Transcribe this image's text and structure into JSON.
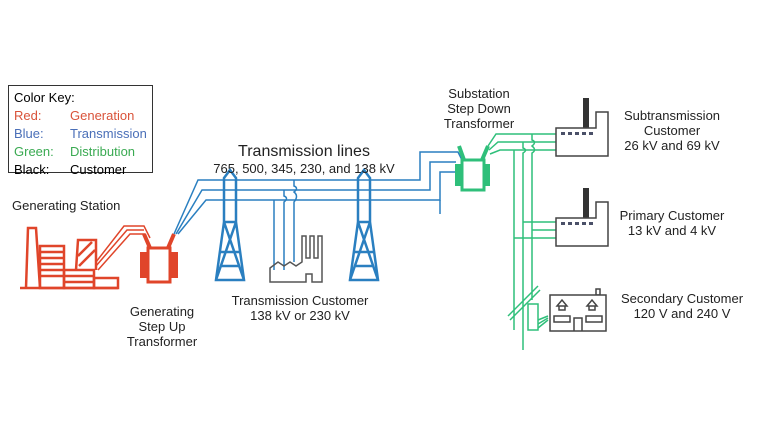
{
  "colors": {
    "generation": "#e0452a",
    "transmission": "#2a7fc0",
    "distribution": "#2fbf7a",
    "customer": "#333333"
  },
  "color_key": {
    "title": "Color Key:",
    "rows": [
      {
        "key": "Red:",
        "value": "Generation",
        "color": "#d9533a"
      },
      {
        "key": "Blue:",
        "value": "Transmission",
        "color": "#4a6fb8"
      },
      {
        "key": "Green:",
        "value": "Distribution",
        "color": "#3aaa52"
      },
      {
        "key": "Black:",
        "value": "Customer",
        "color": "#222222"
      }
    ]
  },
  "labels": {
    "generating_station": "Generating Station",
    "step_up": [
      "Generating",
      "Step Up",
      "Transformer"
    ],
    "transmission_lines_title": "Transmission lines",
    "transmission_lines_voltages": "765, 500, 345, 230, and 138 kV",
    "transmission_customer": [
      "Transmission Customer",
      "138 kV or 230 kV"
    ],
    "substation": [
      "Substation",
      "Step Down",
      "Transformer"
    ],
    "subtransmission_customer": [
      "Subtransmission",
      "Customer",
      "26 kV and 69 kV"
    ],
    "primary_customer": [
      "Primary Customer",
      "13 kV and 4 kV"
    ],
    "secondary_customer": [
      "Secondary Customer",
      "120 V and 240 V"
    ]
  }
}
